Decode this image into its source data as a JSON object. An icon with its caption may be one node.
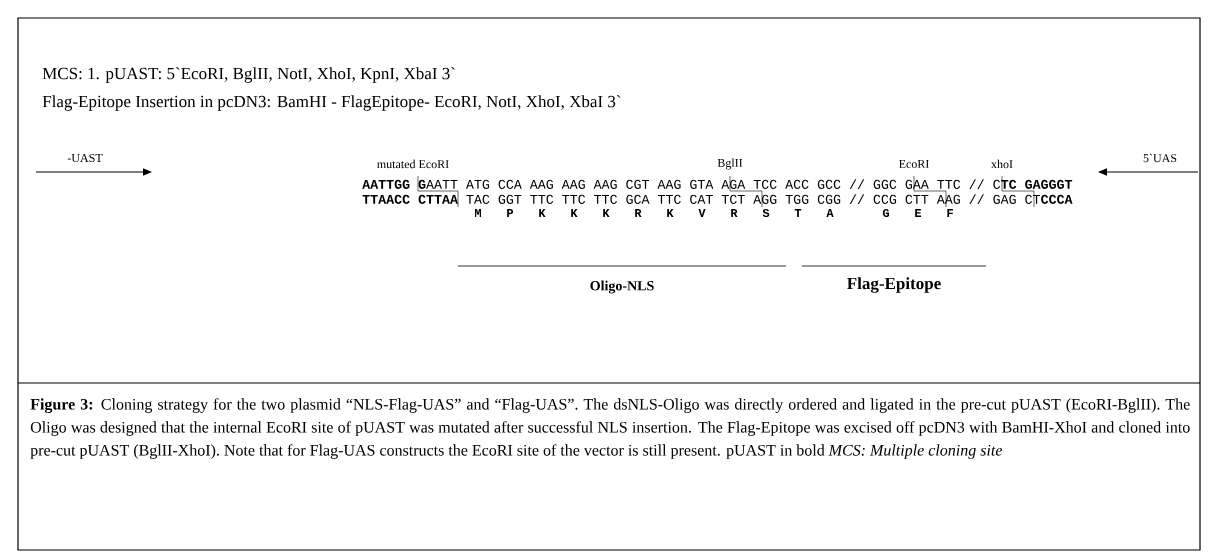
{
  "diagram": {
    "caption": "**Figure 3:** Cloning strategy for the two plasmid “NLS-Flag-UAS” and “Flag-UAS”. The dsNLS-Oligo was directly ordered and ligated in the pre-cut pUAST (EcoRI-BglII). The Oligo was designed that the internal EcoRI site of pUAST was mutated after successful NLS insertion. The Flag-Epitope was excised off pcDN3 with BamHI-XhoI and cloned into pre-cut pUAST (BglII-XhoI). Note that for Flag-UAS constructs the EcoRI site of the vector is still present. pUAST in bold *MCS: Multiple cloning site*",
    "labels": [
      "MCS: 1. pUAST: 5`EcoRI, BglII, NotI, XhoI, KpnI, XbaI 3`",
      "Flag-Epitope Insertion in pcDN3: BamHI - FlagEpitope- EcoRI, NotI, XhoI, XbaI 3`",
      "-UAST",
      "mutated EcoRI",
      "BglII",
      "EcoRI",
      "xhoI",
      "5`UAS",
      "**AATTGG G**AATT ATG CCA AAG AAG AAG CGT AAG GTA AGA TCC ACC GCC // GGC GAA TTC // C**TC GAGGGT**",
      "**TTAACC CTTAA** TAC GGT TTC TTC TTC GCA TTC CAT TCT AGG TGG CGG // CCG CTT AAG // GAG CT**CCCA**",
      "M",
      "P",
      "K",
      "K",
      "K",
      "R",
      "K",
      "V",
      "R",
      "S",
      "T",
      "A",
      "G",
      "E",
      "F",
      "Oligo-NLS",
      "Flag-Epitope"
    ]
  }
}
